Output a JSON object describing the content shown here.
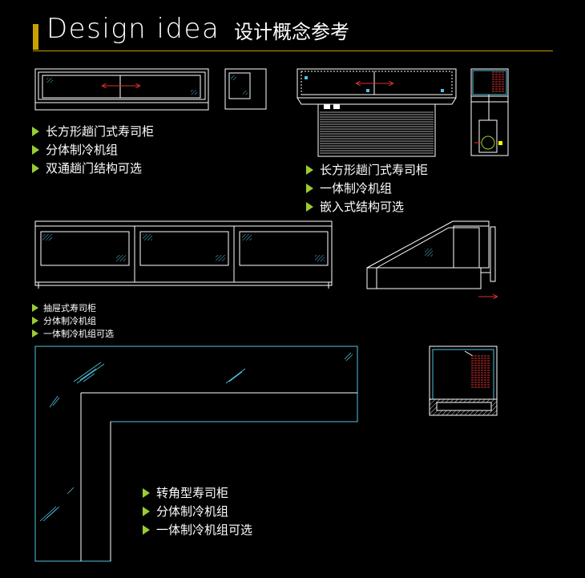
{
  "header": {
    "title_en": "Design idea",
    "title_cn": "设计概念参考"
  },
  "colors": {
    "accent": "#c8a000",
    "bullet": "#9acd32",
    "line": "#ffffff",
    "cyan": "#4fc3e0",
    "red": "#e03030"
  },
  "blocks": {
    "block1": [
      "长方形趟门式寿司柜",
      "分体制冷机组",
      "双通趟门结构可选"
    ],
    "block2": [
      "长方形趟门式寿司柜",
      "一体制冷机组",
      "嵌入式结构可选"
    ],
    "block3": [
      "抽屉式寿司柜",
      "分体制冷机组",
      "一体制冷机组可选"
    ],
    "block4": [
      "转角型寿司柜",
      "分体制冷机组",
      "一体制冷机组可选"
    ]
  },
  "icons": {
    "bullet": "triangle-bullet-icon",
    "arrow": "double-arrow-icon"
  }
}
